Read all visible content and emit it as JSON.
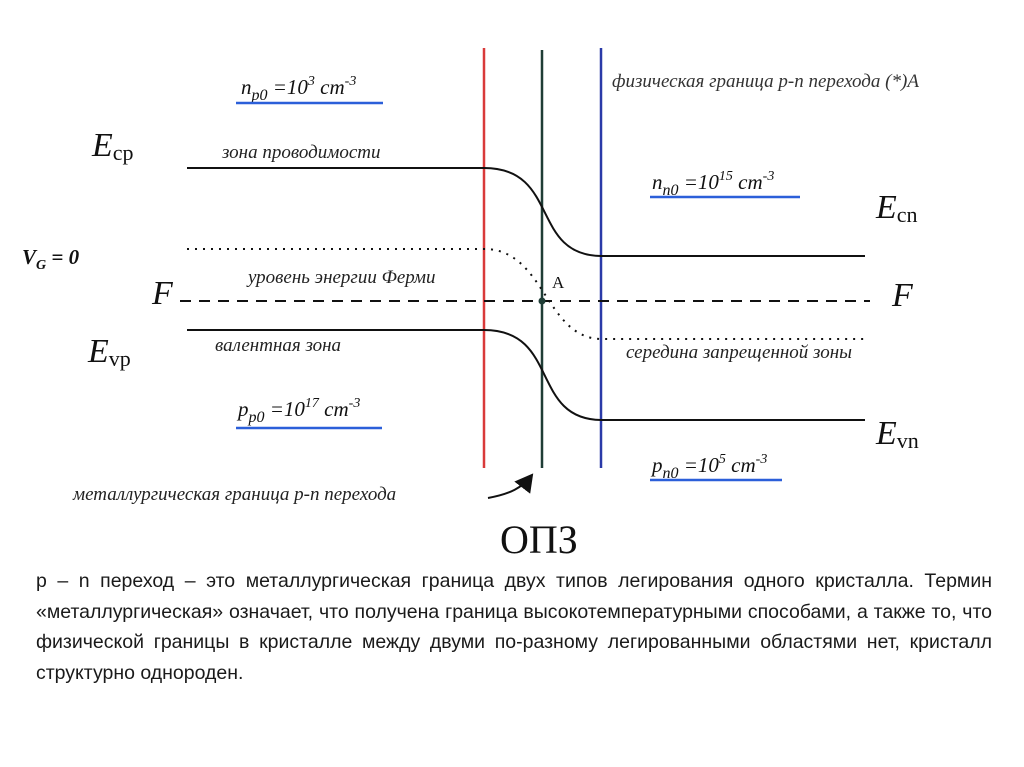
{
  "diagram": {
    "left_labels": {
      "ecp_main": "E",
      "ecp_sub": "cp",
      "vg_main": "V",
      "vg_sub": "G",
      "vg_rest": " = 0",
      "f_left": "F",
      "evp_main": "E",
      "evp_sub": "vp"
    },
    "right_labels": {
      "ecn_main": "E",
      "ecn_sub": "cn",
      "f_right": "F",
      "evn_main": "E",
      "evn_sub": "vn"
    },
    "band_labels": {
      "conduction": "зона проводимости",
      "fermi": "уровень энергии Ферми",
      "valence": "валентная зона",
      "midgap": "середина запрещенной зоны"
    },
    "concentrations": {
      "np0": {
        "sym": "n",
        "sub": "p0",
        "eq": " =10",
        "exp": "3",
        "unit": " cm",
        "unit_exp": "-3"
      },
      "pp0": {
        "sym": "p",
        "sub": "p0",
        "eq": " =10",
        "exp": "17",
        "unit": " cm",
        "unit_exp": "-3"
      },
      "nn0": {
        "sym": "n",
        "sub": "n0",
        "eq": " =10",
        "exp": "15",
        "unit": " cm",
        "unit_exp": "-3"
      },
      "pn0": {
        "sym": "p",
        "sub": "n0",
        "eq": " =10",
        "exp": "5",
        "unit": " cm",
        "unit_exp": "-3"
      }
    },
    "point_label": "A",
    "physical_boundary": "физическая граница p-n перехода (*)A",
    "metallurgical_boundary": "металлургическая граница p-n перехода",
    "sce_label": "ОПЗ",
    "colors": {
      "red_boundary": "#d93a3a",
      "dark_boundary": "#1f3d36",
      "blue_boundary": "#2a3aa8",
      "underline": "#2b5fd9",
      "lines": "#111111"
    }
  },
  "caption": "p – n переход – это металлургическая граница двух типов легирования одного кристалла. Термин «металлургическая» означает, что получена граница высокотемпературными способами, а также то, что физической границы в кристалле между двуми по-разному легированными областями нет, кристалл структурно однороден."
}
